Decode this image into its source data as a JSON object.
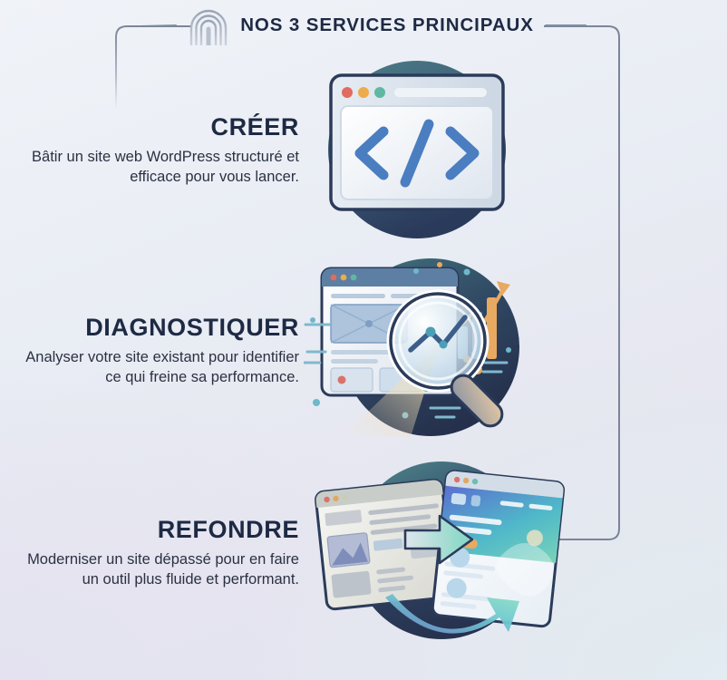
{
  "header": {
    "title": "NOS 3 SERVICES PRINCIPAUX",
    "logo_icon": "arch-rainbow-logo",
    "dash_left_icon": "horizontal-rule-left",
    "dash_right_icon": "horizontal-rule-right",
    "title_color": "#1e2a44",
    "rule_color": "#7f8ca3"
  },
  "background": {
    "top_left": "#f0f3f8",
    "bottom_left": "#e4e2f0",
    "bottom_right": "#e2ecf1"
  },
  "connectors": {
    "line_color": "#7b8598",
    "left_icon": "bracket-line-left",
    "right_icon": "bracket-line-right",
    "branch_1_icon": "branch-connector-1",
    "branch_2_icon": "branch-connector-2"
  },
  "services": [
    {
      "title": "CRÉER",
      "description": "Bâtir un site web WordPress structuré et efficace pour vous lancer.",
      "illustration_icon": "code-browser-window-illustration",
      "circle_color_from": "#4b7a84",
      "circle_color_to": "#2b3b5c"
    },
    {
      "title": "DIAGNOSTIQUER",
      "description": "Analyser votre site existant pour identifier ce qui freine sa performance.",
      "illustration_icon": "magnifying-glass-analytics-illustration",
      "circle_color_from": "#3f6a74",
      "circle_color_to": "#27324f"
    },
    {
      "title": "REFONDRE",
      "description": "Moderniser un site dépassé pour en faire un outil plus fluide et performant.",
      "illustration_icon": "website-redesign-arrows-illustration",
      "circle_color_from": "#4d7f85",
      "circle_color_to": "#27324f"
    }
  ]
}
